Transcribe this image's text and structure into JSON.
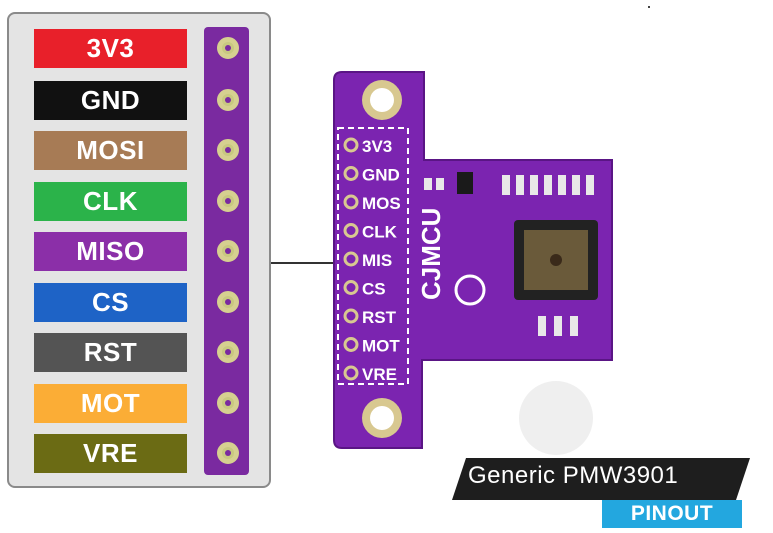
{
  "pins": [
    {
      "label": "3V3",
      "color": "#e8202a"
    },
    {
      "label": "GND",
      "color": "#111111"
    },
    {
      "label": "MOSI",
      "color": "#a77b55"
    },
    {
      "label": "CLK",
      "color": "#2bb34a"
    },
    {
      "label": "MISO",
      "color": "#8b2fa8"
    },
    {
      "label": "CS",
      "color": "#1e63c6"
    },
    {
      "label": "RST",
      "color": "#545454"
    },
    {
      "label": "MOT",
      "color": "#fbad36"
    },
    {
      "label": "VRE",
      "color": "#6b6b14"
    }
  ],
  "board": {
    "silkscreen_pins": [
      "3V3",
      "GND",
      "MOS",
      "CLK",
      "MIS",
      "CS",
      "RST",
      "MOT",
      "VRE"
    ],
    "brand": "CJMCU",
    "color": "#7b24b0"
  },
  "title": {
    "main": "Generic  PMW3901",
    "badge": "PINOUT"
  }
}
